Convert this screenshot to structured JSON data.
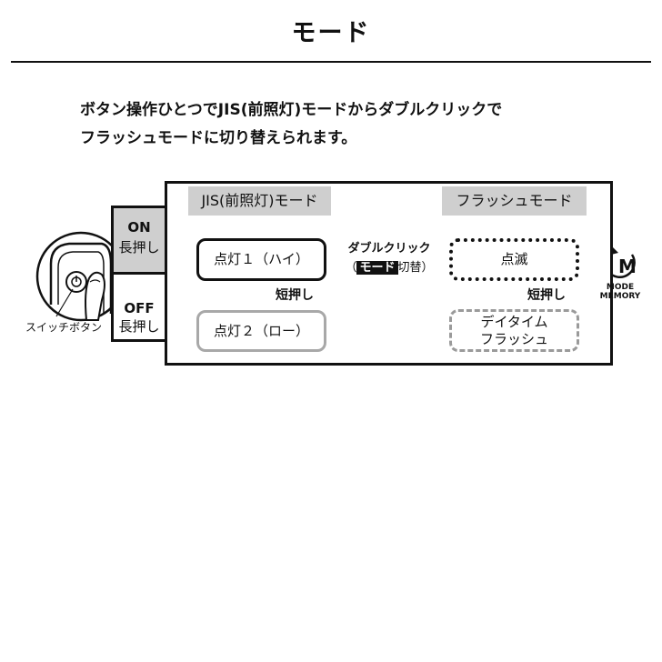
{
  "page": {
    "title": "モード",
    "description_line1": "ボタン操作ひとつでJIS(前照灯)モードからダブルクリックで",
    "description_line2": "フラッシュモードに切り替えられます。"
  },
  "switch": {
    "label": "スイッチボタン",
    "on_key": "ON",
    "on_action": "長押し",
    "off_key": "OFF",
    "off_action": "長押し"
  },
  "jis_mode": {
    "header": "JIS(前照灯)モード",
    "high": "点灯１（ハイ）",
    "low": "点灯２（ロー）",
    "short_press": "短押し"
  },
  "flash_mode": {
    "header": "フラッシュモード",
    "blink": "点滅",
    "daytime_line1": "デイタイム",
    "daytime_line2": "フラッシュ",
    "short_press": "短押し"
  },
  "toggle": {
    "double_click": "ダブルクリック",
    "open_paren": "（",
    "mode_chip": "モード",
    "switch_text": "切替）"
  },
  "memory": {
    "letter": "M",
    "line1": "MODE",
    "line2": "MEMORY"
  },
  "colors": {
    "ink": "#111111",
    "header_gray": "#cfcfcf",
    "muted_border": "#a8a8a8"
  }
}
